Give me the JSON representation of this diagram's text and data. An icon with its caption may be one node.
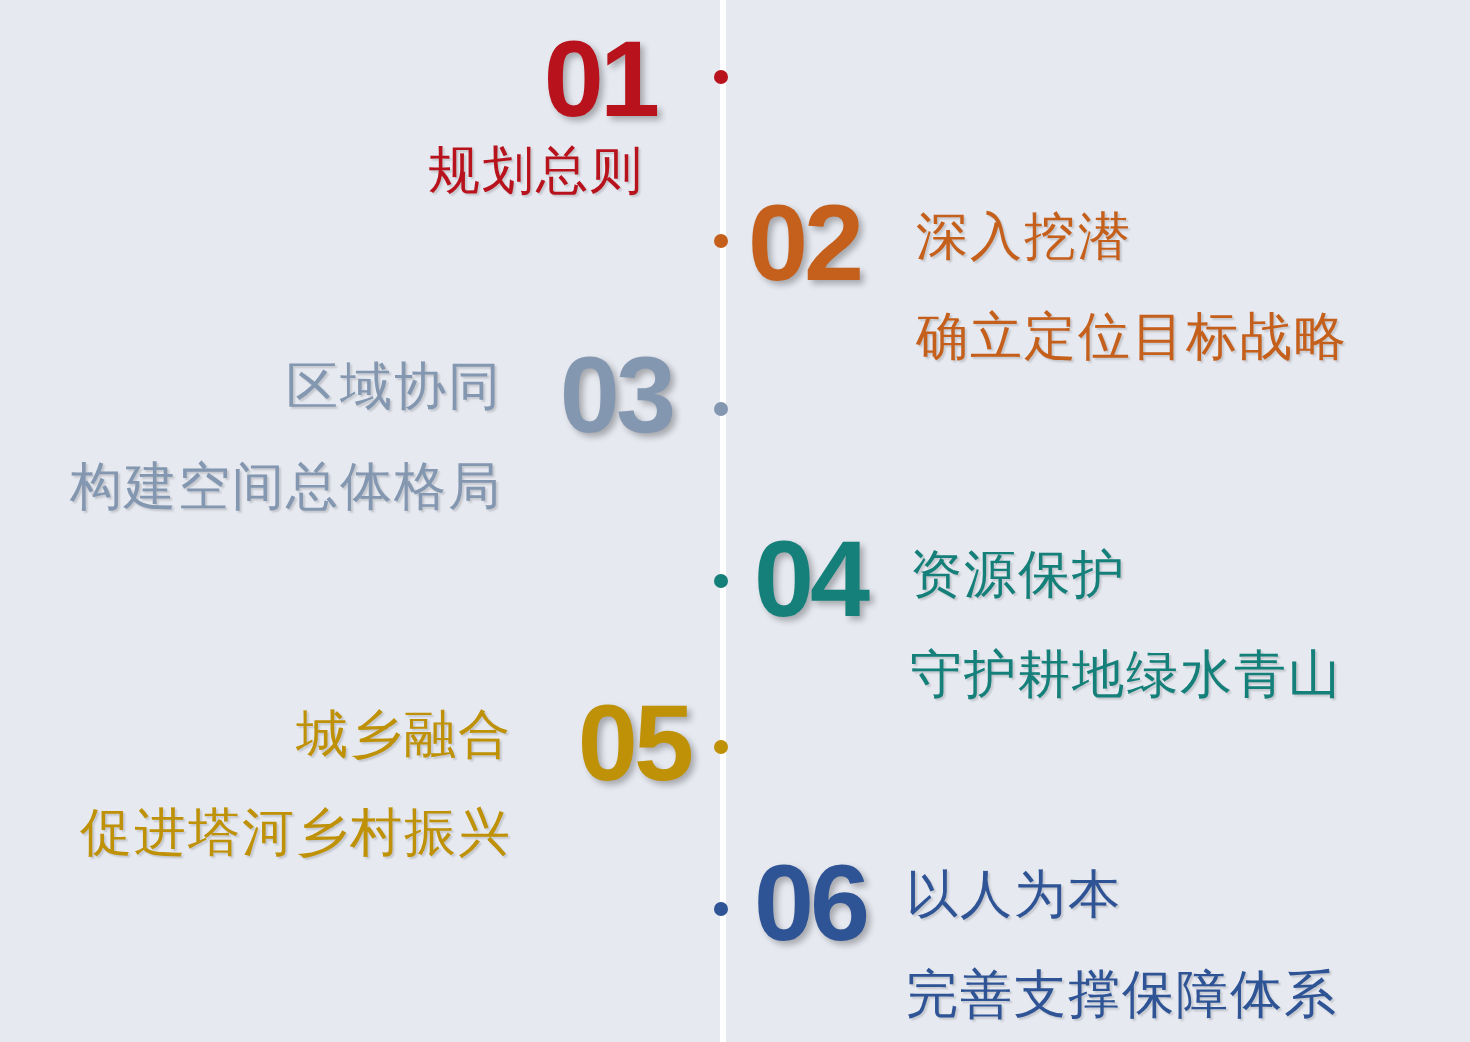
{
  "diagram": {
    "labels": [
      "01",
      "规划总则",
      "02",
      "深入挖潜",
      "确立定位目标战略",
      "区域协同",
      "03",
      "构建空间总体格局",
      "04",
      "资源保护",
      "守护耕地绿水青山",
      "城乡融合",
      "05",
      "促进塔河乡村振兴",
      "06",
      "以人为本",
      "完善支撑保障体系"
    ]
  }
}
